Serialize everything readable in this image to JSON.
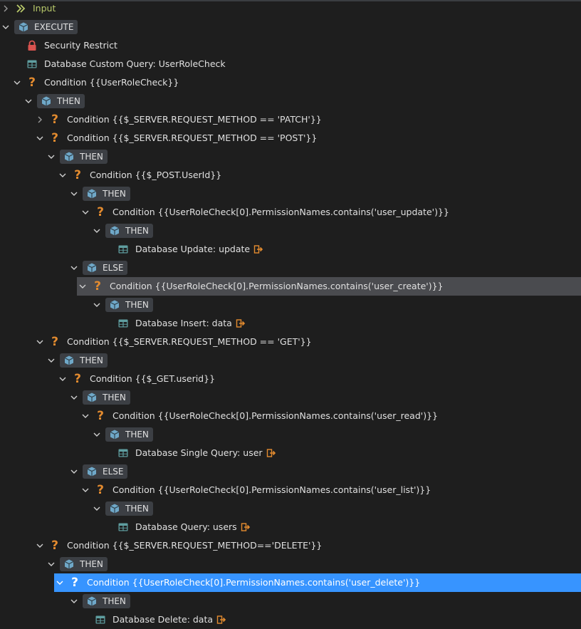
{
  "colors": {
    "background": "#1e1e1e",
    "chip": "#3c3f44",
    "condition": "#e38b2f",
    "db": "#5f9ea0",
    "cube": "#6fa8c8",
    "lock": "#d9534f",
    "selected": "#4a4b4f",
    "active": "#3794ff",
    "input": "#b8c96a"
  },
  "tree": [
    {
      "depth": 0,
      "chevron": "right",
      "kind": "input",
      "icon": "double-chevron-icon",
      "label": "Input"
    },
    {
      "depth": 0,
      "chevron": "down",
      "kind": "chip",
      "icon": "cube-icon",
      "label": "EXECUTE"
    },
    {
      "depth": 1,
      "chevron": "none",
      "kind": "item",
      "icon": "lock-icon",
      "label": "Security Restrict"
    },
    {
      "depth": 1,
      "chevron": "none",
      "kind": "item",
      "icon": "database-icon",
      "label": "Database Custom Query: UserRoleCheck"
    },
    {
      "depth": 1,
      "chevron": "down",
      "kind": "item",
      "icon": "question-icon",
      "label": "Condition {{UserRoleCheck}}"
    },
    {
      "depth": 2,
      "chevron": "down",
      "kind": "chip",
      "icon": "cube-icon",
      "label": "THEN"
    },
    {
      "depth": 3,
      "chevron": "right",
      "kind": "item",
      "icon": "question-icon",
      "label": "Condition {{$_SERVER.REQUEST_METHOD == 'PATCH'}}"
    },
    {
      "depth": 3,
      "chevron": "down",
      "kind": "item",
      "icon": "question-icon",
      "label": "Condition {{$_SERVER.REQUEST_METHOD == 'POST'}}"
    },
    {
      "depth": 4,
      "chevron": "down",
      "kind": "chip",
      "icon": "cube-icon",
      "label": "THEN"
    },
    {
      "depth": 5,
      "chevron": "down",
      "kind": "item",
      "icon": "question-icon",
      "label": "Condition {{$_POST.UserId}}"
    },
    {
      "depth": 6,
      "chevron": "down",
      "kind": "chip",
      "icon": "cube-icon",
      "label": "THEN"
    },
    {
      "depth": 7,
      "chevron": "down",
      "kind": "item",
      "icon": "question-icon",
      "label": "Condition {{UserRoleCheck[0].PermissionNames.contains('user_update')}}"
    },
    {
      "depth": 8,
      "chevron": "down",
      "kind": "chip",
      "icon": "cube-icon",
      "label": "THEN"
    },
    {
      "depth": 9,
      "chevron": "none",
      "kind": "item",
      "icon": "database-icon",
      "label": "Database Update: update",
      "output": true
    },
    {
      "depth": 6,
      "chevron": "down",
      "kind": "chip",
      "icon": "cube-icon",
      "label": "ELSE"
    },
    {
      "depth": 7,
      "chevron": "down",
      "kind": "item",
      "icon": "question-icon",
      "label": "Condition {{UserRoleCheck[0].PermissionNames.contains('user_create')}}",
      "state": "selected"
    },
    {
      "depth": 8,
      "chevron": "down",
      "kind": "chip",
      "icon": "cube-icon",
      "label": "THEN"
    },
    {
      "depth": 9,
      "chevron": "none",
      "kind": "item",
      "icon": "database-icon",
      "label": "Database Insert: data",
      "output": true
    },
    {
      "depth": 3,
      "chevron": "down",
      "kind": "item",
      "icon": "question-icon",
      "label": "Condition {{$_SERVER.REQUEST_METHOD == 'GET'}}"
    },
    {
      "depth": 4,
      "chevron": "down",
      "kind": "chip",
      "icon": "cube-icon",
      "label": "THEN"
    },
    {
      "depth": 5,
      "chevron": "down",
      "kind": "item",
      "icon": "question-icon",
      "label": "Condition {{$_GET.userid}}"
    },
    {
      "depth": 6,
      "chevron": "down",
      "kind": "chip",
      "icon": "cube-icon",
      "label": "THEN"
    },
    {
      "depth": 7,
      "chevron": "down",
      "kind": "item",
      "icon": "question-icon",
      "label": "Condition {{UserRoleCheck[0].PermissionNames.contains('user_read')}}"
    },
    {
      "depth": 8,
      "chevron": "down",
      "kind": "chip",
      "icon": "cube-icon",
      "label": "THEN"
    },
    {
      "depth": 9,
      "chevron": "none",
      "kind": "item",
      "icon": "database-icon",
      "label": "Database Single Query: user",
      "output": true
    },
    {
      "depth": 6,
      "chevron": "down",
      "kind": "chip",
      "icon": "cube-icon",
      "label": "ELSE"
    },
    {
      "depth": 7,
      "chevron": "down",
      "kind": "item",
      "icon": "question-icon",
      "label": "Condition {{UserRoleCheck[0].PermissionNames.contains('user_list')}}"
    },
    {
      "depth": 8,
      "chevron": "down",
      "kind": "chip",
      "icon": "cube-icon",
      "label": "THEN"
    },
    {
      "depth": 9,
      "chevron": "none",
      "kind": "item",
      "icon": "database-icon",
      "label": "Database Query: users",
      "output": true
    },
    {
      "depth": 3,
      "chevron": "down",
      "kind": "item",
      "icon": "question-icon",
      "label": "Condition {{$_SERVER.REQUEST_METHOD=='DELETE'}}"
    },
    {
      "depth": 4,
      "chevron": "down",
      "kind": "chip",
      "icon": "cube-icon",
      "label": "THEN"
    },
    {
      "depth": 5,
      "chevron": "down",
      "kind": "item",
      "icon": "question-icon",
      "label": "Condition {{UserRoleCheck[0].PermissionNames.contains('user_delete')}}",
      "state": "active"
    },
    {
      "depth": 6,
      "chevron": "down",
      "kind": "chip",
      "icon": "cube-icon",
      "label": "THEN"
    },
    {
      "depth": 7,
      "chevron": "none",
      "kind": "item",
      "icon": "database-icon",
      "label": "Database Delete: data",
      "output": true
    }
  ]
}
